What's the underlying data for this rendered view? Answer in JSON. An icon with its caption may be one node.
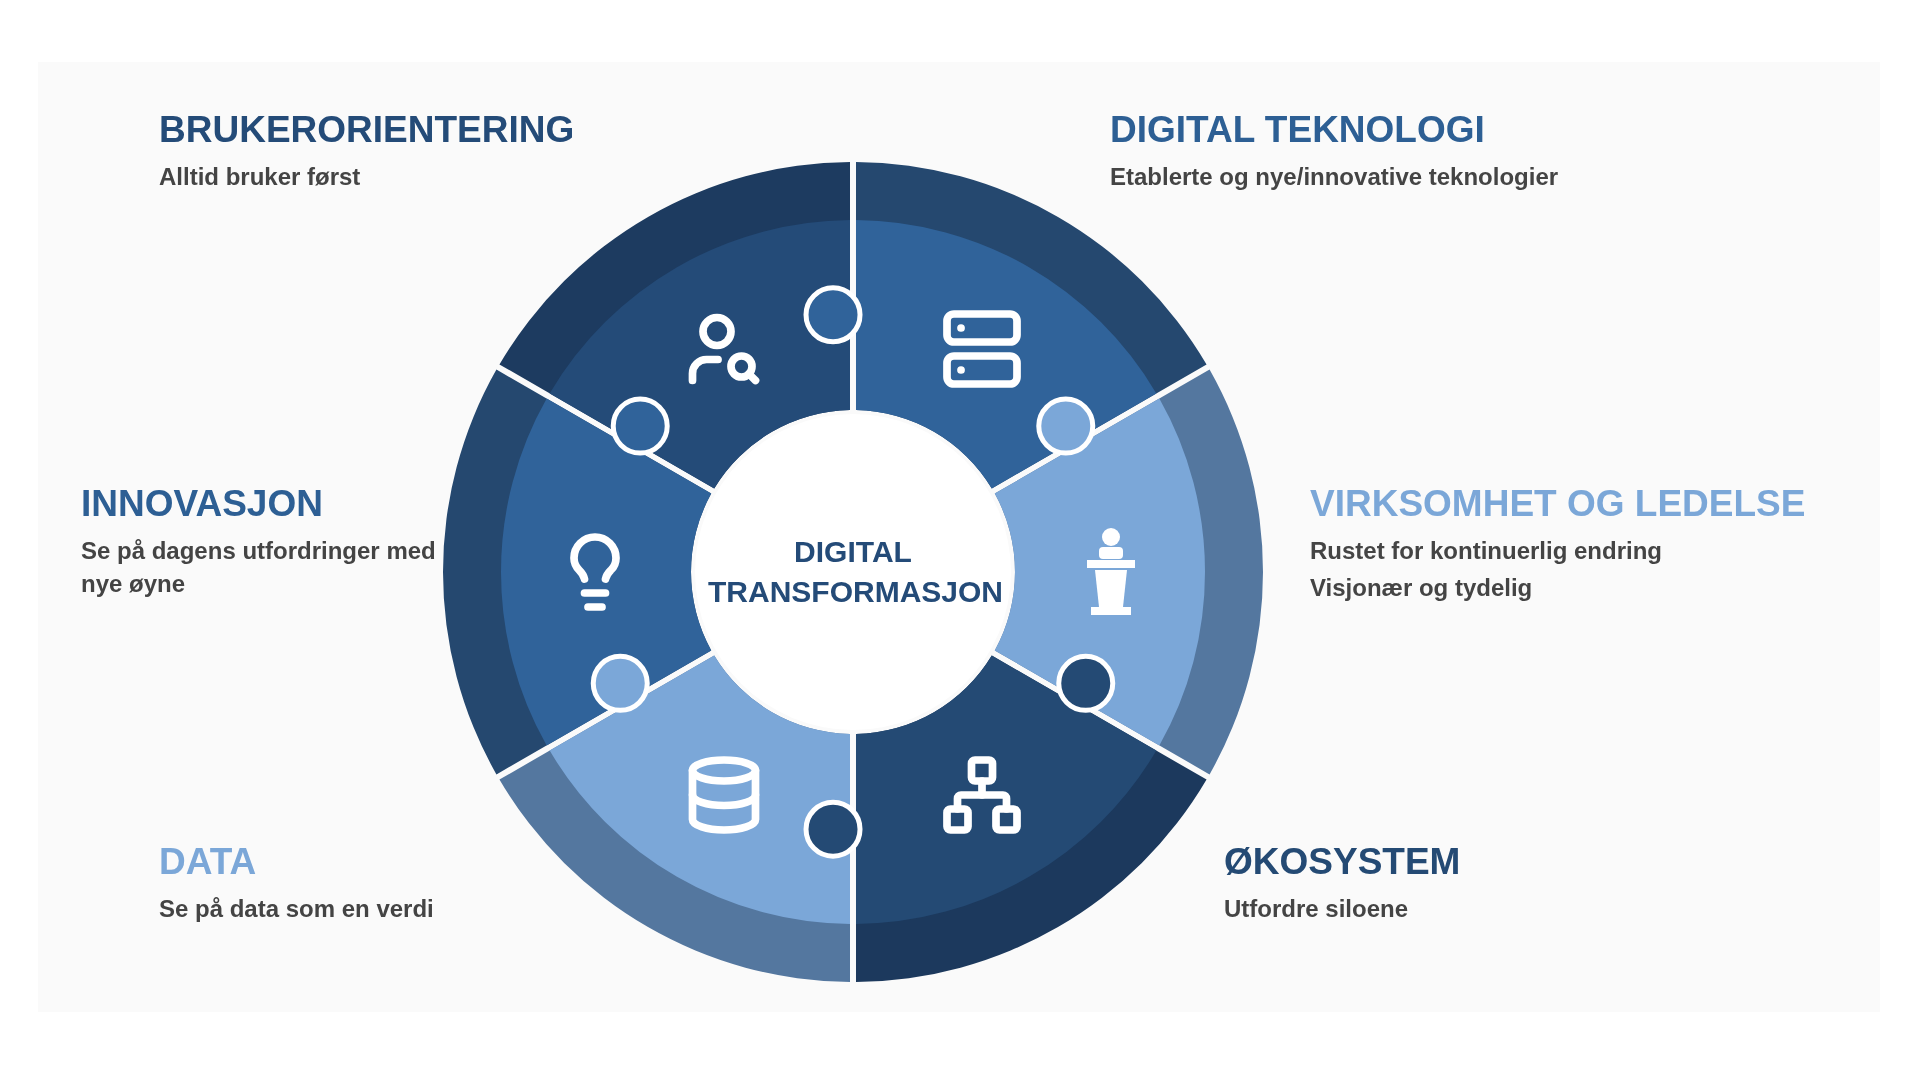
{
  "diagram": {
    "nodes": [
      {
        "text": [
          "DIGITAL TRANSFORMASJON"
        ]
      },
      {
        "text": [],
        "shape": "arc",
        "beside": [
          "BRUKERORIENTERING",
          "Alltid bruker først"
        ]
      },
      {
        "text": [],
        "shape": "arc",
        "beside": [
          "DIGITAL TEKNOLOGI",
          "Etablerte og nye/innovative teknologier"
        ]
      },
      {
        "text": [],
        "shape": "arc",
        "beside": [
          "INNOVASJON",
          "Se på dagens utfordringer med nye øyne"
        ]
      },
      {
        "text": [],
        "shape": "arc",
        "beside": [
          "VIRKSOMHET OG LEDELSE",
          "Rustet for kontinuerlig endring",
          "Visjonær og tydelig"
        ]
      },
      {
        "text": [],
        "shape": "arc",
        "beside": [
          "DATA",
          "Se på data som en verdi"
        ]
      },
      {
        "text": [],
        "shape": "arc",
        "beside": [
          "ØKOSYSTEM",
          "Utfordre siloene"
        ]
      }
    ]
  }
}
